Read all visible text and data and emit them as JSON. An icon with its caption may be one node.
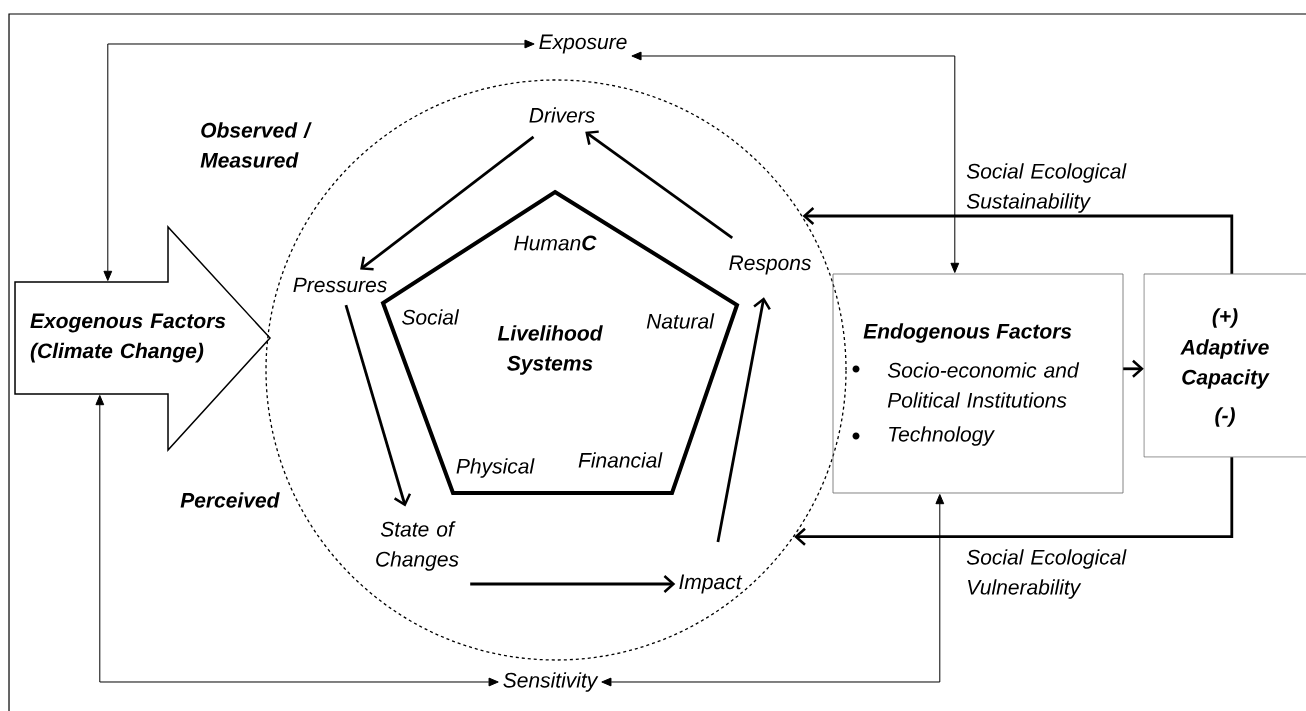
{
  "diagram": {
    "nodes": [
      {
        "text": [
          "Exposure"
        ]
      },
      {
        "text": [
          "Exogenous Factors (Climate Change)"
        ]
      },
      {
        "text": [],
        "shape": "circle"
      },
      {
        "text": [
          "Drivers"
        ],
        "in": 2
      },
      {
        "text": [
          "Pressures"
        ],
        "in": 2
      },
      {
        "text": [
          "State of Changes"
        ],
        "in": 2
      },
      {
        "text": [
          "Impact"
        ],
        "in": 2
      },
      {
        "text": [
          "Respons"
        ],
        "in": 2
      },
      {
        "text": [
          "Human**C**",
          "Social",
          "Natural",
          "Livelihood Systems",
          "Physical",
          "Financial"
        ],
        "in": 2
      },
      {
        "text": [
          "Endogenous Factors",
          "Socio-economic and Political Institutions",
          "Technology"
        ]
      },
      {
        "text": [
          "(+)",
          "Adaptive Capacity",
          "(-)"
        ]
      },
      {
        "text": [
          "Sensitivity"
        ]
      }
    ],
    "edges": [
      {
        "from": 1,
        "to": 0,
        "arrow": "both"
      },
      {
        "from": 9,
        "to": 0,
        "arrow": "both"
      },
      {
        "from": 1,
        "to": 11,
        "arrow": "both"
      },
      {
        "from": 9,
        "to": 11,
        "arrow": "both"
      },
      {
        "from": 3,
        "to": 4,
        "arrow": "to"
      },
      {
        "from": 4,
        "to": 5,
        "arrow": "to"
      },
      {
        "from": 5,
        "to": 6,
        "arrow": "to"
      },
      {
        "from": 6,
        "to": 7,
        "arrow": "to"
      },
      {
        "from": 7,
        "to": 3,
        "arrow": "to"
      },
      {
        "from": 9,
        "to": 10,
        "arrow": "to"
      },
      {
        "from": 10,
        "to": 2,
        "arrow": "to",
        "label": "Social Ecological Sustainability"
      },
      {
        "from": 10,
        "to": 2,
        "arrow": "to",
        "label": "Social Ecological Vulnerability"
      }
    ],
    "labels": [
      "Observed / Measured",
      "Perceived"
    ]
  }
}
